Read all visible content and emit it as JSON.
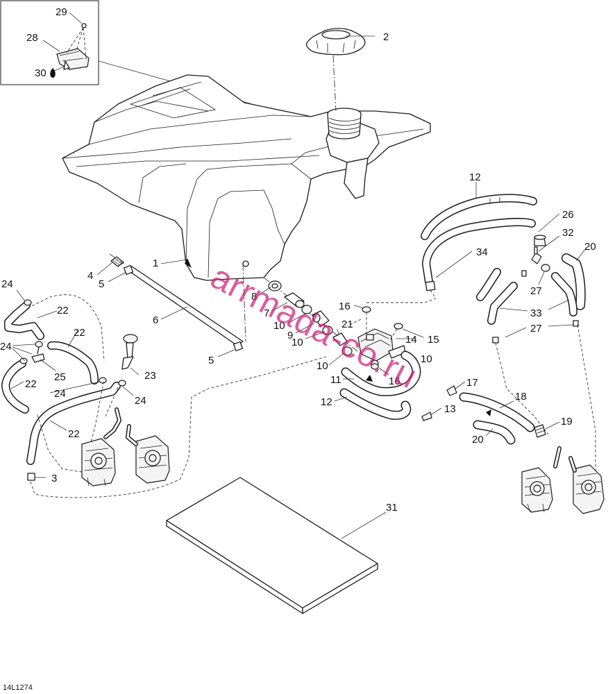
{
  "figure_code": "14L1274",
  "watermark_text": "arrmada-co.ru",
  "callouts": {
    "c1": "1",
    "c2": "2",
    "c3": "3",
    "c4": "4",
    "c5a": "5",
    "c5b": "5",
    "c6": "6",
    "c7": "7",
    "c8": "8",
    "c9": "9",
    "c10a": "10",
    "c10b": "10",
    "c10c": "10",
    "c10d": "10",
    "c11": "11",
    "c12a": "12",
    "c12b": "12",
    "c13": "13",
    "c14": "14",
    "c15": "15",
    "c16a": "16",
    "c16b": "16",
    "c17": "17",
    "c18": "18",
    "c19": "19",
    "c20a": "20",
    "c20b": "20",
    "c21": "21",
    "c22a": "22",
    "c22b": "22",
    "c22c": "22",
    "c22d": "22",
    "c23": "23",
    "c24a": "24",
    "c24b": "24",
    "c24c": "24",
    "c24d": "24",
    "c25": "25",
    "c26": "26",
    "c27a": "27",
    "c27b": "27",
    "c28": "28",
    "c29": "29",
    "c30": "30",
    "c31": "31",
    "c32": "32",
    "c33": "33",
    "c34": "34"
  },
  "colors": {
    "line": "#1a1a1a",
    "watermark": "#cc1f7a",
    "background": "#ffffff"
  }
}
